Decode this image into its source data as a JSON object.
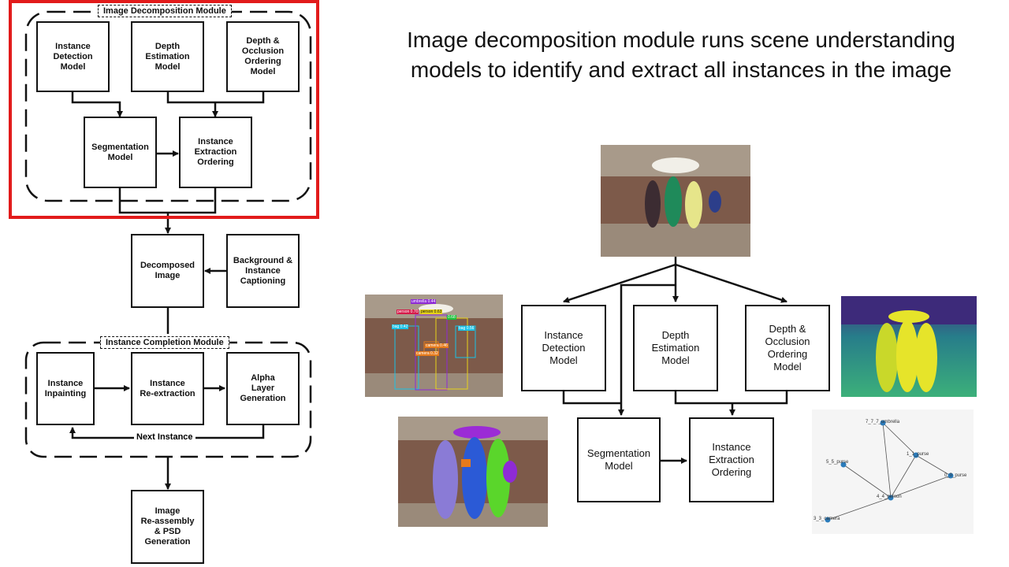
{
  "caption": "Image decomposition module runs scene understanding models to identify and extract all instances in the image",
  "left": {
    "decomposition_label": "Image Decomposition Module",
    "completion_label": "Instance Completion Module",
    "instance_detection": "Instance\nDetection\nModel",
    "depth_estimation": "Depth\nEstimation\nModel",
    "depth_occlusion": "Depth &\nOcclusion\nOrdering\nModel",
    "segmentation": "Segmentation\nModel",
    "instance_extraction": "Instance\nExtraction\nOrdering",
    "decomposed_image": "Decomposed\nImage",
    "background_captioning": "Background &\nInstance\nCaptioning",
    "instance_inpainting": "Instance\nInpainting",
    "instance_reextraction": "Instance\nRe-extraction",
    "alpha_layer": "Alpha\nLayer\nGeneration",
    "next_instance": "Next Instance",
    "reassembly": "Image\nRe-assembly\n& PSD\nGeneration"
  },
  "right": {
    "instance_detection": "Instance\nDetection\nModel",
    "depth_estimation": "Depth\nEstimation\nModel",
    "depth_occlusion": "Depth &\nOcclusion\nOrdering\nModel",
    "segmentation": "Segmentation\nModel",
    "instance_extraction": "Instance\nExtraction\nOrdering"
  },
  "detection_tags": [
    "umbrella 0.44",
    "person 0.63",
    "person 0.70",
    "bag 0.42",
    "bag 0.56",
    "camera 0.46",
    "camera 0.32",
    "0.68"
  ],
  "graph_nodes": [
    "7_7_7_umbrella",
    "1_1_purse",
    "5_5_purse",
    "0_0_purse",
    "4_4_person",
    "3_3_camera"
  ],
  "colors": {
    "highlight": "#e21b1b",
    "node": "#2b7bba",
    "depth_bg": "#3d2a7a",
    "depth_fg": "#e6e42a"
  }
}
